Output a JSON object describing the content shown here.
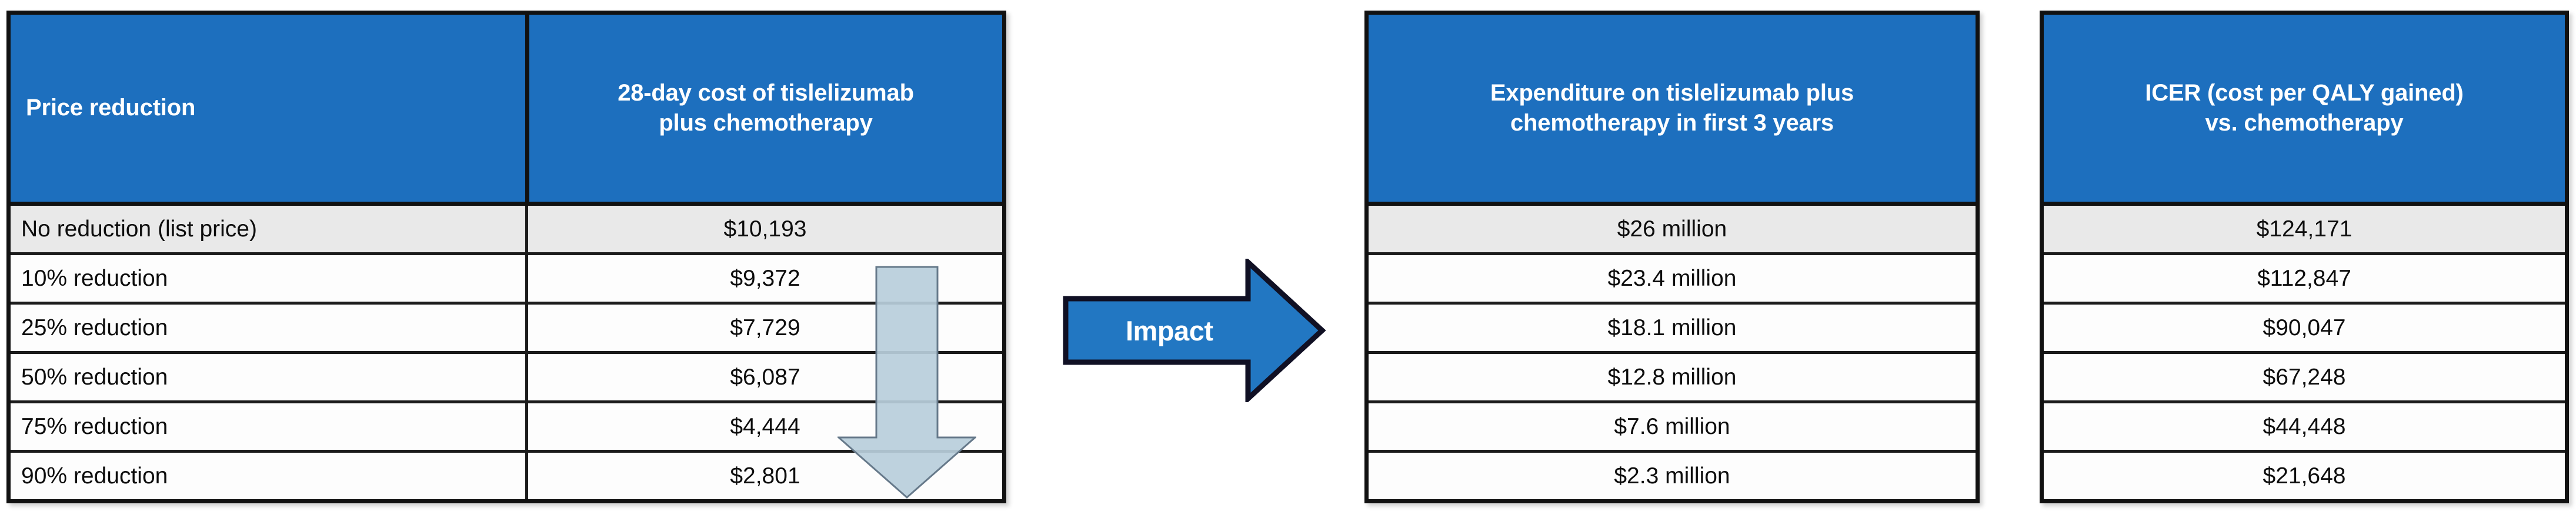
{
  "colors": {
    "header_blue": "#1d6fbe",
    "arrow_blue": "#2277c2",
    "arrow_outline": "#111122",
    "down_arrow_fill": "#b9cedb",
    "down_arrow_stroke": "#5f7480",
    "shaded_row": "#e9e9e9",
    "border": "#111111"
  },
  "table_price": {
    "name": "price-reduction-table",
    "headers": [
      "Price reduction",
      "28-day cost of tislelizumab plus chemotherapy"
    ],
    "header_lines": {
      "col2_line1": "28-day cost of tislelizumab",
      "col2_line2": "plus chemotherapy"
    },
    "rows": [
      {
        "reduction": "No reduction (list price)",
        "cost": "$10,193",
        "shaded": true
      },
      {
        "reduction": "10% reduction",
        "cost": "$9,372",
        "shaded": false
      },
      {
        "reduction": "25% reduction",
        "cost": "$7,729",
        "shaded": false
      },
      {
        "reduction": "50% reduction",
        "cost": "$6,087",
        "shaded": false
      },
      {
        "reduction": "75% reduction",
        "cost": "$4,444",
        "shaded": false
      },
      {
        "reduction": "90% reduction",
        "cost": "$2,801",
        "shaded": false
      }
    ]
  },
  "impact": {
    "label": "Impact",
    "icon": "right-arrow-icon"
  },
  "down_arrow": {
    "icon": "down-arrow-icon",
    "meaning": "decreasing cost"
  },
  "table_expenditure": {
    "name": "expenditure-table",
    "header": "Expenditure on tislelizumab plus chemotherapy in first 3 years",
    "header_lines": {
      "line1": "Expenditure on tislelizumab plus",
      "line2": "chemotherapy in first 3 years"
    },
    "rows": [
      {
        "value": "$26 million",
        "shaded": true
      },
      {
        "value": "$23.4 million",
        "shaded": false
      },
      {
        "value": "$18.1 million",
        "shaded": false
      },
      {
        "value": "$12.8 million",
        "shaded": false
      },
      {
        "value": "$7.6 million",
        "shaded": false
      },
      {
        "value": "$2.3 million",
        "shaded": false
      }
    ]
  },
  "table_icer": {
    "name": "icer-table",
    "header": "ICER (cost per QALY gained) vs. chemotherapy",
    "header_lines": {
      "line1": "ICER (cost per QALY gained)",
      "line2": "vs. chemotherapy"
    },
    "rows": [
      {
        "value": "$124,171",
        "shaded": true
      },
      {
        "value": "$112,847",
        "shaded": false
      },
      {
        "value": "$90,047",
        "shaded": false
      },
      {
        "value": "$67,248",
        "shaded": false
      },
      {
        "value": "$44,448",
        "shaded": false
      },
      {
        "value": "$21,648",
        "shaded": false
      }
    ]
  },
  "chart_data": {
    "type": "table",
    "title": "Impact of tislelizumab price reductions on 28-day cost, 3-year expenditure and ICER",
    "categories": [
      "No reduction (list price)",
      "10% reduction",
      "25% reduction",
      "50% reduction",
      "75% reduction",
      "90% reduction"
    ],
    "series": [
      {
        "name": "28-day cost of tislelizumab plus chemotherapy",
        "values": [
          10193,
          9372,
          7729,
          6087,
          4444,
          2801
        ],
        "labels": [
          "$10,193",
          "$9,372",
          "$7,729",
          "$6,087",
          "$4,444",
          "$2,801"
        ],
        "unit": "USD"
      },
      {
        "name": "Expenditure on tislelizumab plus chemotherapy in first 3 years",
        "values": [
          26,
          23.4,
          18.1,
          12.8,
          7.6,
          2.3
        ],
        "labels": [
          "$26 million",
          "$23.4 million",
          "$18.1 million",
          "$12.8 million",
          "$7.6 million",
          "$2.3 million"
        ],
        "unit": "USD million"
      },
      {
        "name": "ICER (cost per QALY gained) vs. chemotherapy",
        "values": [
          124171,
          112847,
          90047,
          67248,
          44448,
          21648
        ],
        "labels": [
          "$124,171",
          "$112,847",
          "$90,047",
          "$67,248",
          "$44,448",
          "$21,648"
        ],
        "unit": "USD per QALY"
      }
    ],
    "xlabel": "Price reduction",
    "ylabel": "",
    "grid": true,
    "legend": "none"
  }
}
